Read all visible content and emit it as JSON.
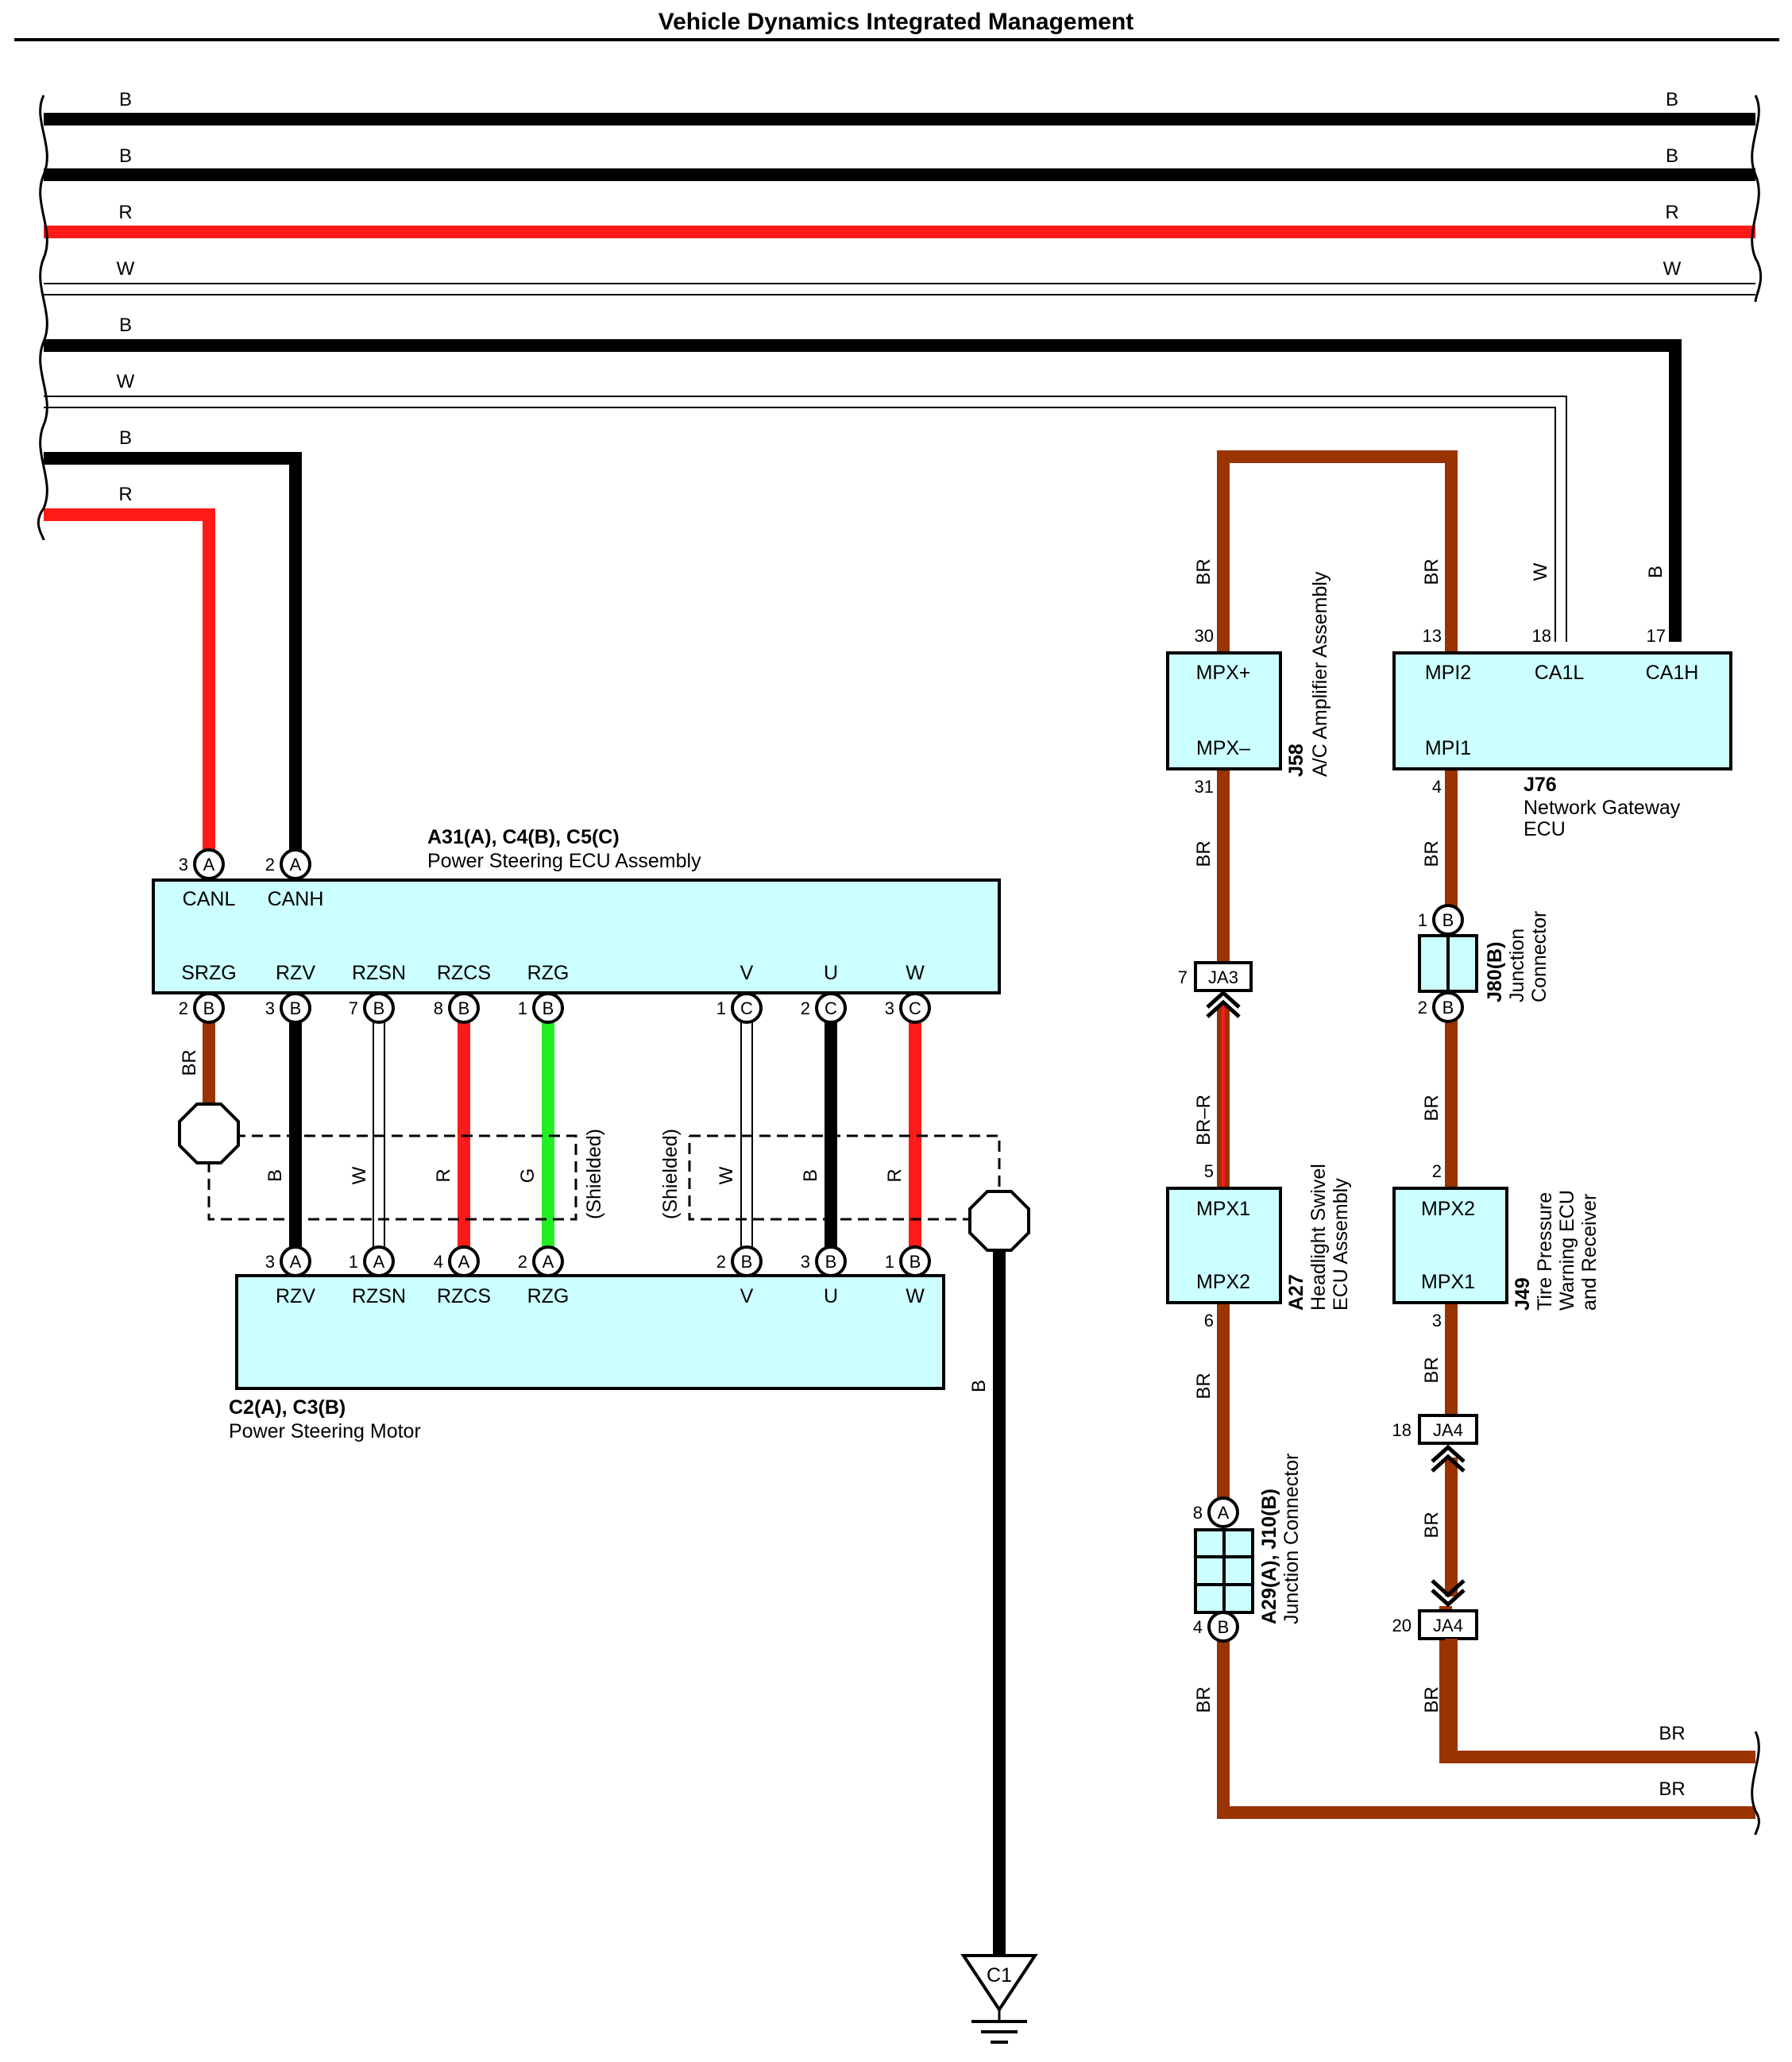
{
  "title": "Vehicle Dynamics Integrated Management",
  "colors": {
    "B": "#000000",
    "R": "#ff1a1a",
    "W": "#ffffff",
    "BR": "#993300",
    "G": "#22ee22",
    "component_fill": "#ccffff",
    "outline": "#000000"
  },
  "bus": {
    "labels": [
      "B",
      "B",
      "R",
      "W",
      "B",
      "W",
      "B",
      "R"
    ],
    "end_labels": [
      "B",
      "B",
      "R",
      "W"
    ],
    "br_labels": [
      "BR",
      "BR"
    ]
  },
  "components": {
    "ps_ecu": {
      "code": "A31(A), C4(B), C5(C)",
      "name": "Power Steering ECU Assembly",
      "top_pins": [
        {
          "num": "3",
          "conn": "A",
          "label": "CANL"
        },
        {
          "num": "2",
          "conn": "A",
          "label": "CANH"
        }
      ],
      "bottom_pins": [
        {
          "num": "2",
          "conn": "B",
          "label": "SRZG"
        },
        {
          "num": "3",
          "conn": "B",
          "label": "RZV"
        },
        {
          "num": "7",
          "conn": "B",
          "label": "RZSN"
        },
        {
          "num": "8",
          "conn": "B",
          "label": "RZCS"
        },
        {
          "num": "1",
          "conn": "B",
          "label": "RZG"
        },
        {
          "num": "1",
          "conn": "C",
          "label": "V"
        },
        {
          "num": "2",
          "conn": "C",
          "label": "U"
        },
        {
          "num": "3",
          "conn": "C",
          "label": "W"
        }
      ]
    },
    "ps_motor": {
      "code": "C2(A), C3(B)",
      "name": "Power Steering Motor",
      "pins": [
        {
          "num": "3",
          "conn": "A",
          "label": "RZV"
        },
        {
          "num": "1",
          "conn": "A",
          "label": "RZSN"
        },
        {
          "num": "4",
          "conn": "A",
          "label": "RZCS"
        },
        {
          "num": "2",
          "conn": "A",
          "label": "RZG"
        },
        {
          "num": "2",
          "conn": "B",
          "label": "V"
        },
        {
          "num": "3",
          "conn": "B",
          "label": "U"
        },
        {
          "num": "1",
          "conn": "B",
          "label": "W"
        }
      ]
    },
    "ac_amp": {
      "code": "J58",
      "name": "A/C Amplifier Assembly",
      "pin_top": "MPX+",
      "pin_bottom": "MPX–",
      "num_top": "30",
      "num_bottom": "31"
    },
    "gateway": {
      "code": "J76",
      "name_line1": "Network Gateway",
      "name_line2": "ECU",
      "pins": [
        "MPI2",
        "CA1L",
        "CA1H",
        "MPI1"
      ],
      "nums": [
        "13",
        "18",
        "17",
        "4"
      ]
    },
    "j80": {
      "code": "J80(B)",
      "name_line1": "Junction",
      "name_line2": "Connector",
      "num_top": "1",
      "num_bottom": "2",
      "conn": "B"
    },
    "headlight": {
      "code": "A27",
      "name_line1": "Headlight Swivel",
      "name_line2": "ECU Assembly",
      "pin_top": "MPX1",
      "pin_bottom": "MPX2",
      "num_top": "5",
      "num_bottom": "6"
    },
    "tpms": {
      "code": "J49",
      "name_line1": "Tire Pressure",
      "name_line2": "Warning ECU",
      "name_line3": "and Receiver",
      "pin_top": "MPX2",
      "pin_bottom": "MPX1",
      "num_top": "2",
      "num_bottom": "3"
    },
    "a29": {
      "code": "A29(A), J10(B)",
      "name": "Junction Connector",
      "num_top": "8",
      "conn_top": "A",
      "num_bottom": "4",
      "conn_bottom": "B"
    },
    "ja3": {
      "label": "JA3",
      "num": "7"
    },
    "ja4_top": {
      "label": "JA4",
      "num": "18"
    },
    "ja4_bottom": {
      "label": "JA4",
      "num": "20"
    },
    "ground": {
      "label": "C1"
    }
  },
  "wire_labels": {
    "srzg": "BR",
    "shield_left": [
      "B",
      "W",
      "R",
      "G"
    ],
    "shield_right": [
      "W",
      "B",
      "R"
    ],
    "shielded": "(Shielded)",
    "ground_wire": "B",
    "ac_top": "BR",
    "ac_bottom": "BR",
    "br_r": "BR–R",
    "headlight_bottom": "BR",
    "a29_bottom": "BR",
    "gw_top": [
      "BR",
      "W",
      "B"
    ],
    "gw_bottom": "BR",
    "j80_bottom": "BR",
    "tpms_bottom": "BR",
    "ja4_mid": "BR",
    "ja4_bottom": "BR"
  }
}
